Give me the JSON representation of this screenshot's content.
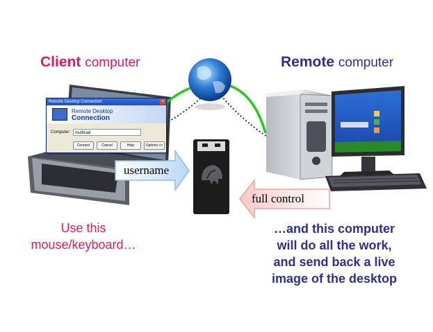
{
  "client": {
    "heading_bold": "Client",
    "heading_rest": "computer",
    "caption_line1": "Use this",
    "caption_line2": "mouse/keyboard…"
  },
  "remote": {
    "heading_bold": "Remote",
    "heading_rest": "computer",
    "caption_line1": "…and this computer",
    "caption_line2": "will do all the work,",
    "caption_line3": "and send back a live",
    "caption_line4": "image of the desktop"
  },
  "arrows": {
    "username": "username",
    "full_control": "full control"
  },
  "rdp_dialog": {
    "title": "Remote Desktop Connection",
    "banner_line1": "Remote Desktop",
    "banner_line2": "Connection",
    "computer_label": "Computer:",
    "computer_value": "multicad",
    "buttons": [
      "Connect",
      "Cancel",
      "Help",
      "Options >>"
    ]
  },
  "colors": {
    "client": "#e8175d",
    "remote": "#2e2f8c",
    "green_link": "#22cc22",
    "dotted_link": "#1a237e"
  },
  "icons": [
    "globe-icon",
    "laptop-icon",
    "desktop-tower-icon",
    "monitor-icon",
    "keyboard-icon",
    "usb-device-icon",
    "helmet-logo-icon"
  ]
}
